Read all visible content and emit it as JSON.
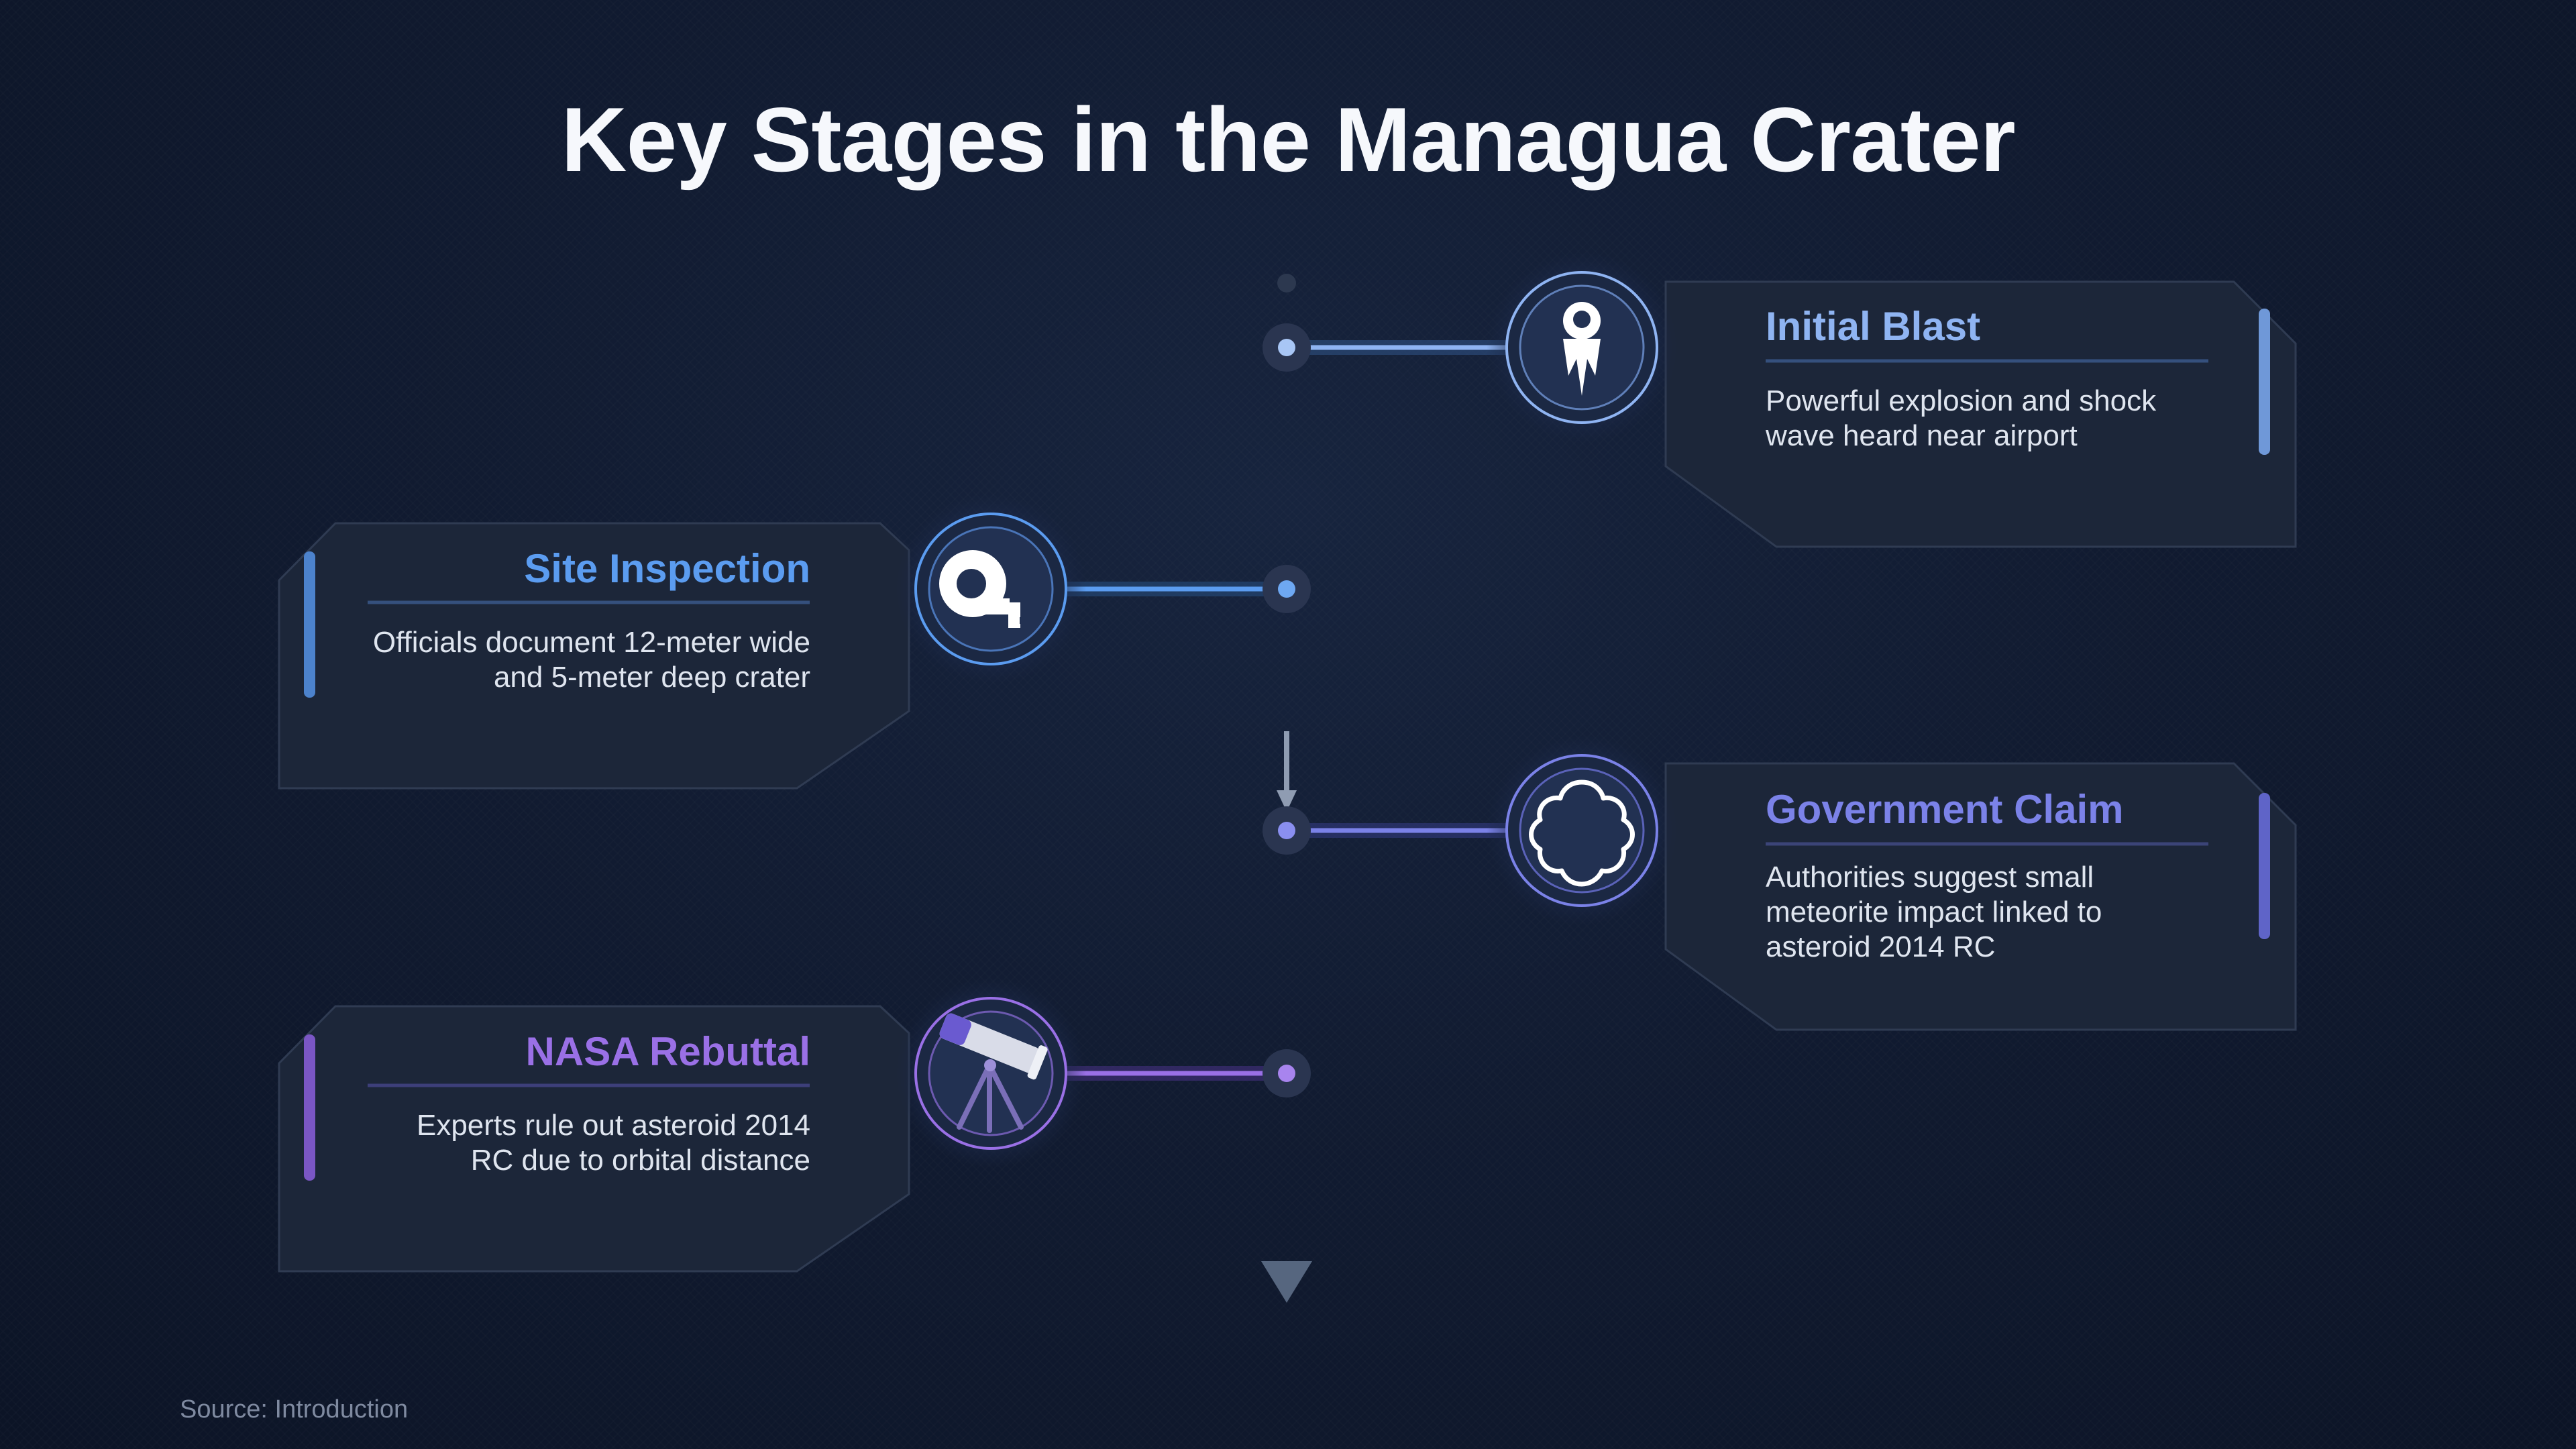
{
  "title": "Key Stages in the Managua Crater",
  "stages": [
    {
      "title": "Initial Blast",
      "description": "Powerful explosion and shock wave heard near airport",
      "icon": "blast-icon",
      "accent": "#8fb4f2"
    },
    {
      "title": "Site Inspection",
      "description": "Officials document 12-meter wide and 5-meter deep crater",
      "icon": "tape-measure-icon",
      "accent": "#5b9cf0"
    },
    {
      "title": "Government Claim",
      "description": "Authorities suggest small meteorite impact linked to asteroid 2014 RC",
      "icon": "cloud-icon",
      "accent": "#7b82e8"
    },
    {
      "title": "NASA Rebuttal",
      "description": "Experts rule out asteroid 2014 RC due to orbital distance",
      "icon": "telescope-icon",
      "accent": "#9a70e6"
    }
  ],
  "source": "Source: Introduction"
}
